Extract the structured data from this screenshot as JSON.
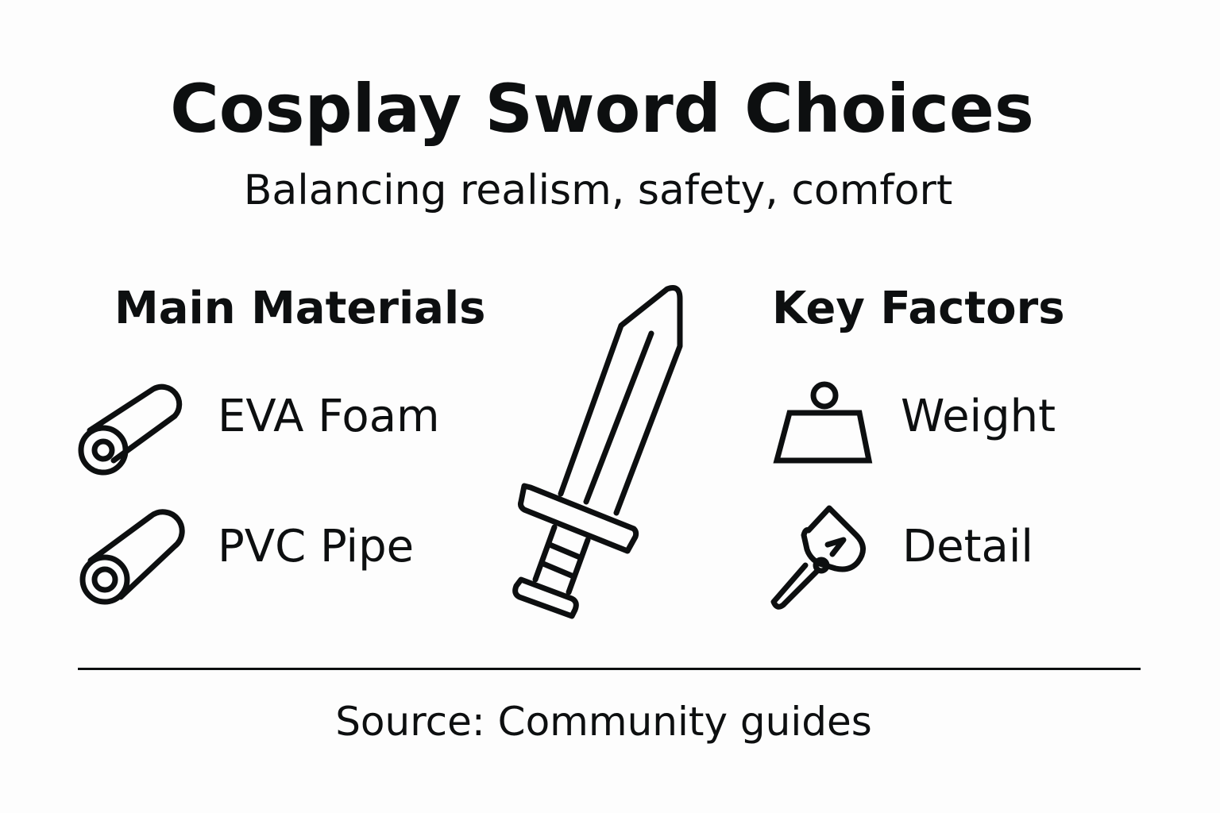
{
  "header": {
    "title": "Cosplay Sword Choices",
    "subtitle": "Balancing realism, safety, comfort"
  },
  "materials": {
    "heading": "Main Materials",
    "items": [
      {
        "label": "EVA Foam",
        "icon": "foam-roll-icon"
      },
      {
        "label": "PVC Pipe",
        "icon": "pipe-icon"
      }
    ]
  },
  "center": {
    "icon": "sword-icon"
  },
  "factors": {
    "heading": "Key Factors",
    "items": [
      {
        "label": "Weight",
        "icon": "weight-icon"
      },
      {
        "label": "Detail",
        "icon": "paintbrush-icon"
      }
    ]
  },
  "footer": {
    "source": "Source: Community guides"
  },
  "colors": {
    "ink": "#0d0f10",
    "background": "#fdfdfd"
  }
}
